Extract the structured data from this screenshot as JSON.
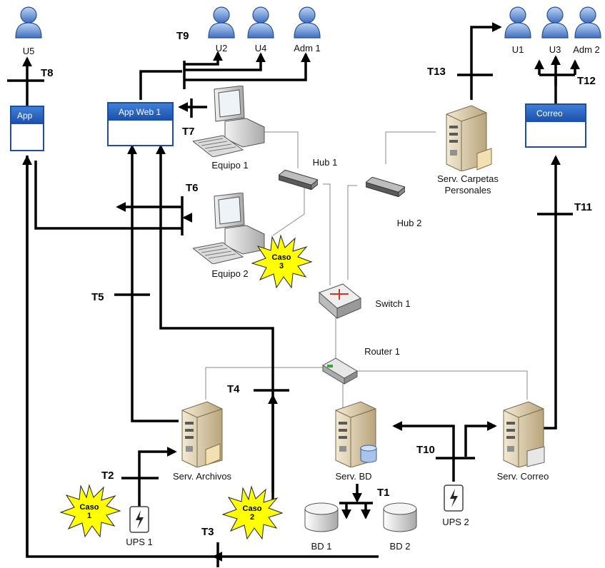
{
  "users": {
    "u5": "U5",
    "u2": "U2",
    "u4": "U4",
    "adm1": "Adm 1",
    "u1": "U1",
    "u3": "U3",
    "adm2": "Adm 2"
  },
  "apps": {
    "app": "App",
    "app_web_1": "App Web 1",
    "correo": "Correo"
  },
  "devices": {
    "equipo1": "Equipo 1",
    "equipo2": "Equipo 2",
    "hub1": "Hub 1",
    "hub2": "Hub 2",
    "switch1": "Switch 1",
    "router1": "Router 1",
    "serv_carpetas": "Serv. Carpetas Personales",
    "serv_archivos": "Serv. Archivos",
    "serv_bd": "Serv. BD",
    "serv_correo": "Serv. Correo",
    "ups1": "UPS 1",
    "ups2": "UPS 2",
    "bd1": "BD 1",
    "bd2": "BD 2"
  },
  "threats": [
    "T1",
    "T2",
    "T3",
    "T4",
    "T5",
    "T6",
    "T7",
    "T8",
    "T9",
    "T10",
    "T11",
    "T12",
    "T13"
  ],
  "casos": {
    "caso1_word": "Caso",
    "caso1_num": "1",
    "caso2_word": "Caso",
    "caso2_num": "2",
    "caso3_word": "Caso",
    "caso3_num": "3"
  },
  "colors": {
    "user": "#5b8fd4",
    "window_bar": "#1d4f9f",
    "starburst": "#ffff00",
    "server": "#d8c9a6",
    "wire": "#000000",
    "cable": "#777777"
  }
}
